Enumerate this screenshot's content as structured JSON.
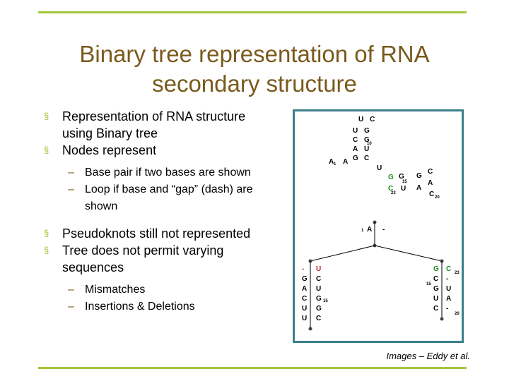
{
  "slide": {
    "title_line1": "Binary tree representation of RNA",
    "title_line2": "secondary structure",
    "bullets_group1": [
      {
        "text_line1": "Representation of  RNA structure",
        "text_line2": "using Binary tree"
      },
      {
        "text_line1": "Nodes represent"
      }
    ],
    "sub_bullets_group1": [
      {
        "text_line1": "Base pair if two bases are shown"
      },
      {
        "text_line1": "Loop if base and “gap” (dash) are",
        "text_line2": "shown"
      }
    ],
    "bullets_group2": [
      {
        "text_line1": "Pseudoknots still not represented"
      },
      {
        "text_line1": "Tree does not permit varying",
        "text_line2": "sequences"
      }
    ],
    "sub_bullets_group2": [
      {
        "text_line1": "Mismatches"
      },
      {
        "text_line1": "Insertions & Deletions"
      }
    ],
    "bullet_marker": "§",
    "sub_bullet_marker": "–",
    "caption": "Images – Eddy et al."
  },
  "figure": {
    "top_structure": {
      "loop": [
        "U",
        "C"
      ],
      "stem": [
        "U",
        "G",
        "C",
        "G",
        "A",
        "U",
        "G",
        "C"
      ],
      "left_strand": [
        "A",
        "A"
      ],
      "left_index": "1",
      "second_stem": [
        "U",
        "G",
        "G",
        "G",
        "C",
        "A",
        "C",
        "U",
        "A",
        "C"
      ],
      "indices": [
        "10",
        "15",
        "23",
        "20"
      ]
    },
    "tree": {
      "root_left_label": "A",
      "root_index": "1",
      "left_branch": [
        [
          "-",
          "U"
        ],
        [
          "G",
          "C"
        ],
        [
          "A",
          "U"
        ],
        [
          "C",
          "G"
        ],
        [
          "U",
          "G"
        ],
        [
          "U",
          "C"
        ]
      ],
      "left_branch_index": "15",
      "right_branch": [
        [
          "G",
          "C"
        ],
        [
          "C",
          "-"
        ],
        [
          "G",
          "U"
        ],
        [
          "U",
          "A"
        ],
        [
          "C",
          "-"
        ]
      ],
      "right_branch_indices": [
        "23",
        "15",
        "20"
      ]
    },
    "colors": {
      "green": "#1a8a1a",
      "blue": "#1a3a9a",
      "red": "#c02020",
      "border": "#3a7f8a"
    }
  }
}
